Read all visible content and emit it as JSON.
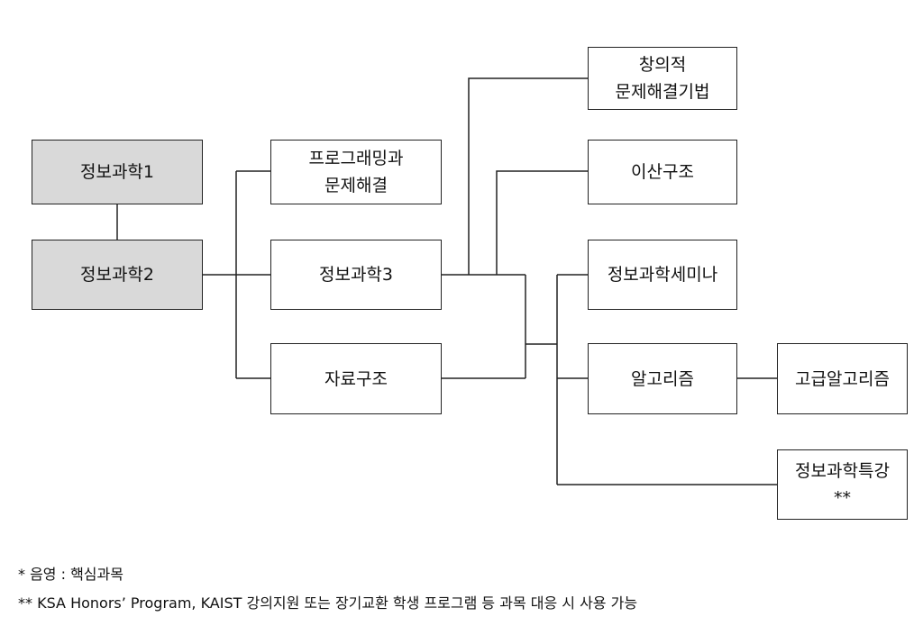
{
  "colors": {
    "core_fill": "#d9d9d9",
    "line": "#222222"
  },
  "courses": {
    "info1": "정보과학1",
    "info2": "정보과학2",
    "prog_l1": "프로그래밍과",
    "prog_l2": "문제해결",
    "info3": "정보과학3",
    "ds": "자료구조",
    "creative_l1": "창의적",
    "creative_l2": "문제해결기법",
    "discrete": "이산구조",
    "seminar": "정보과학세미나",
    "algo": "알고리즘",
    "adv_algo": "고급알고리즘",
    "special_l1": "정보과학특강",
    "special_l2": "**"
  },
  "notes": {
    "legend": "*  음영 : 핵심과목",
    "footnote": "**  KSA Honors’ Program, KAIST 강의지원 또는 장기교환 학생 프로그램 등 과목 대응 시 사용 가능"
  }
}
